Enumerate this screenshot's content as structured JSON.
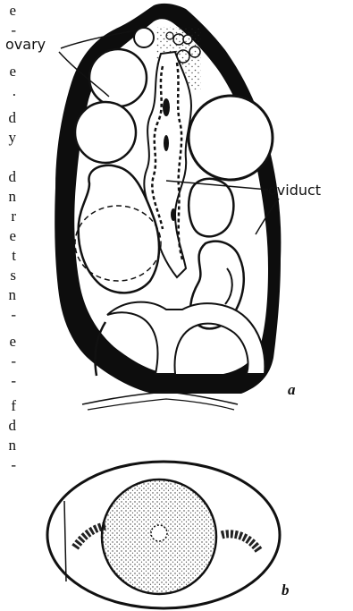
{
  "margin_chars": [
    "e",
    "-",
    "e",
    ".",
    "d",
    "y",
    "",
    "d",
    "n",
    "r",
    "e",
    "t",
    "s",
    "n",
    "-",
    "e",
    "-",
    "-",
    "f",
    "d",
    "n",
    "-"
  ],
  "labels": {
    "ovary": "ovary",
    "oviduct": "oviduct"
  },
  "figure_letters": {
    "a": "a",
    "b": "b"
  }
}
